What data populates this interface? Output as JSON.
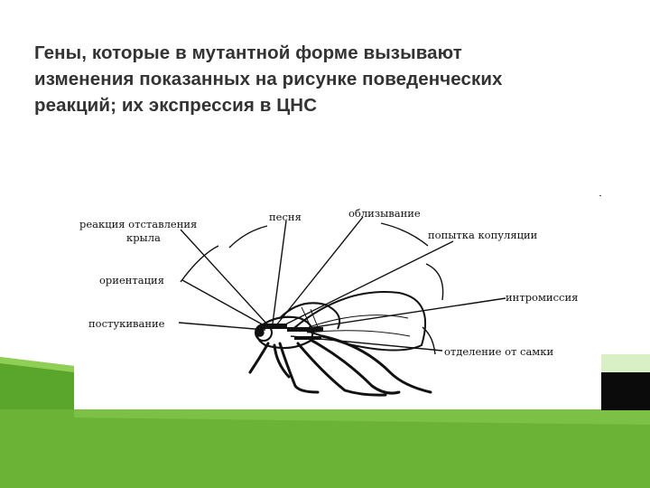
{
  "slide": {
    "title_lines": [
      "Гены, которые в мутантной форме вызывают",
      "изменения показанных на рисунке поведенческих",
      "реакций; их экспрессия в ЦНС"
    ]
  },
  "figure": {
    "labels": {
      "wing_extension_1": "реакция отставления",
      "wing_extension_2": "крыла",
      "song": "песня",
      "licking": "облизывание",
      "copulation_attempt": "попытка копуляции",
      "orientation": "ориентация",
      "intromission": "интромиссия",
      "tapping": "постукивание",
      "separation": "отделение от самки"
    }
  },
  "colors": {
    "green_band": "#66b034",
    "green_light": "#8fcf55",
    "title_text": "#333333"
  }
}
